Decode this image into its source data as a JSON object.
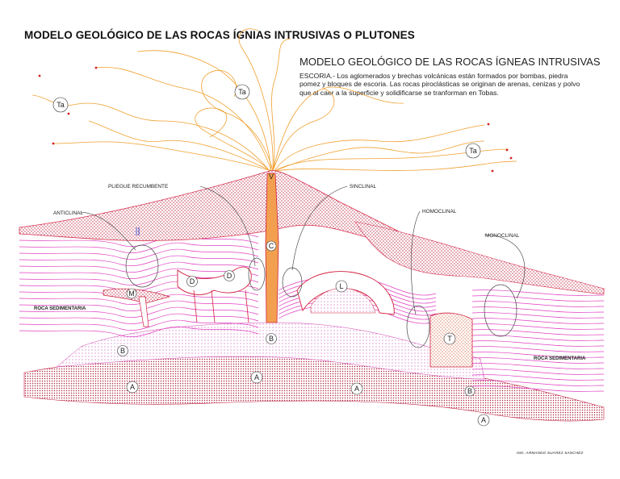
{
  "header": {
    "title": "MODELO GEOLÓGICO DE LAS ROCAS ÍGNIAS INTRUSIVAS O PLUTONES",
    "subtitle": "MODELO GEOLÓGICO DE LAS ROCAS ÍGNEAS INTRUSIVAS",
    "description": "ESCORIA.- Los aglomerados y brechas volcánicas están formados por bombas, piedra pomez y bloques de escoria. Las rocas piroclásticas se originan de arenas, cenizas y polvo que al caer a la superficie y solidificarse se tranforman en Tobas."
  },
  "labels": {
    "pliegue": "PLIEGUE RECUMBENTE",
    "sinclinal": "SINCLINAL",
    "anticlinal": "ANTICLINAL",
    "homoclinal": "HOMOCLINAL",
    "monoclinal": "MONOCLINAL",
    "roca_left": "ROCA SEDIMENTARIA",
    "roca_right": "ROCA SEDIMENTARIA"
  },
  "markers": {
    "ta": "Ta",
    "v": "V",
    "c": "C",
    "d": "D",
    "l": "L",
    "m": "M",
    "b": "B",
    "a": "A",
    "t": "T"
  },
  "footer": {
    "author": "ING. ARMANDO SUAREZ SANCHEZ"
  },
  "colors": {
    "ash": "#f0a030",
    "bomb": "#d42020",
    "strata": "#e040c0",
    "volcano": "#d83050",
    "dots": "#c0304a",
    "intrusion": "#d02040"
  }
}
